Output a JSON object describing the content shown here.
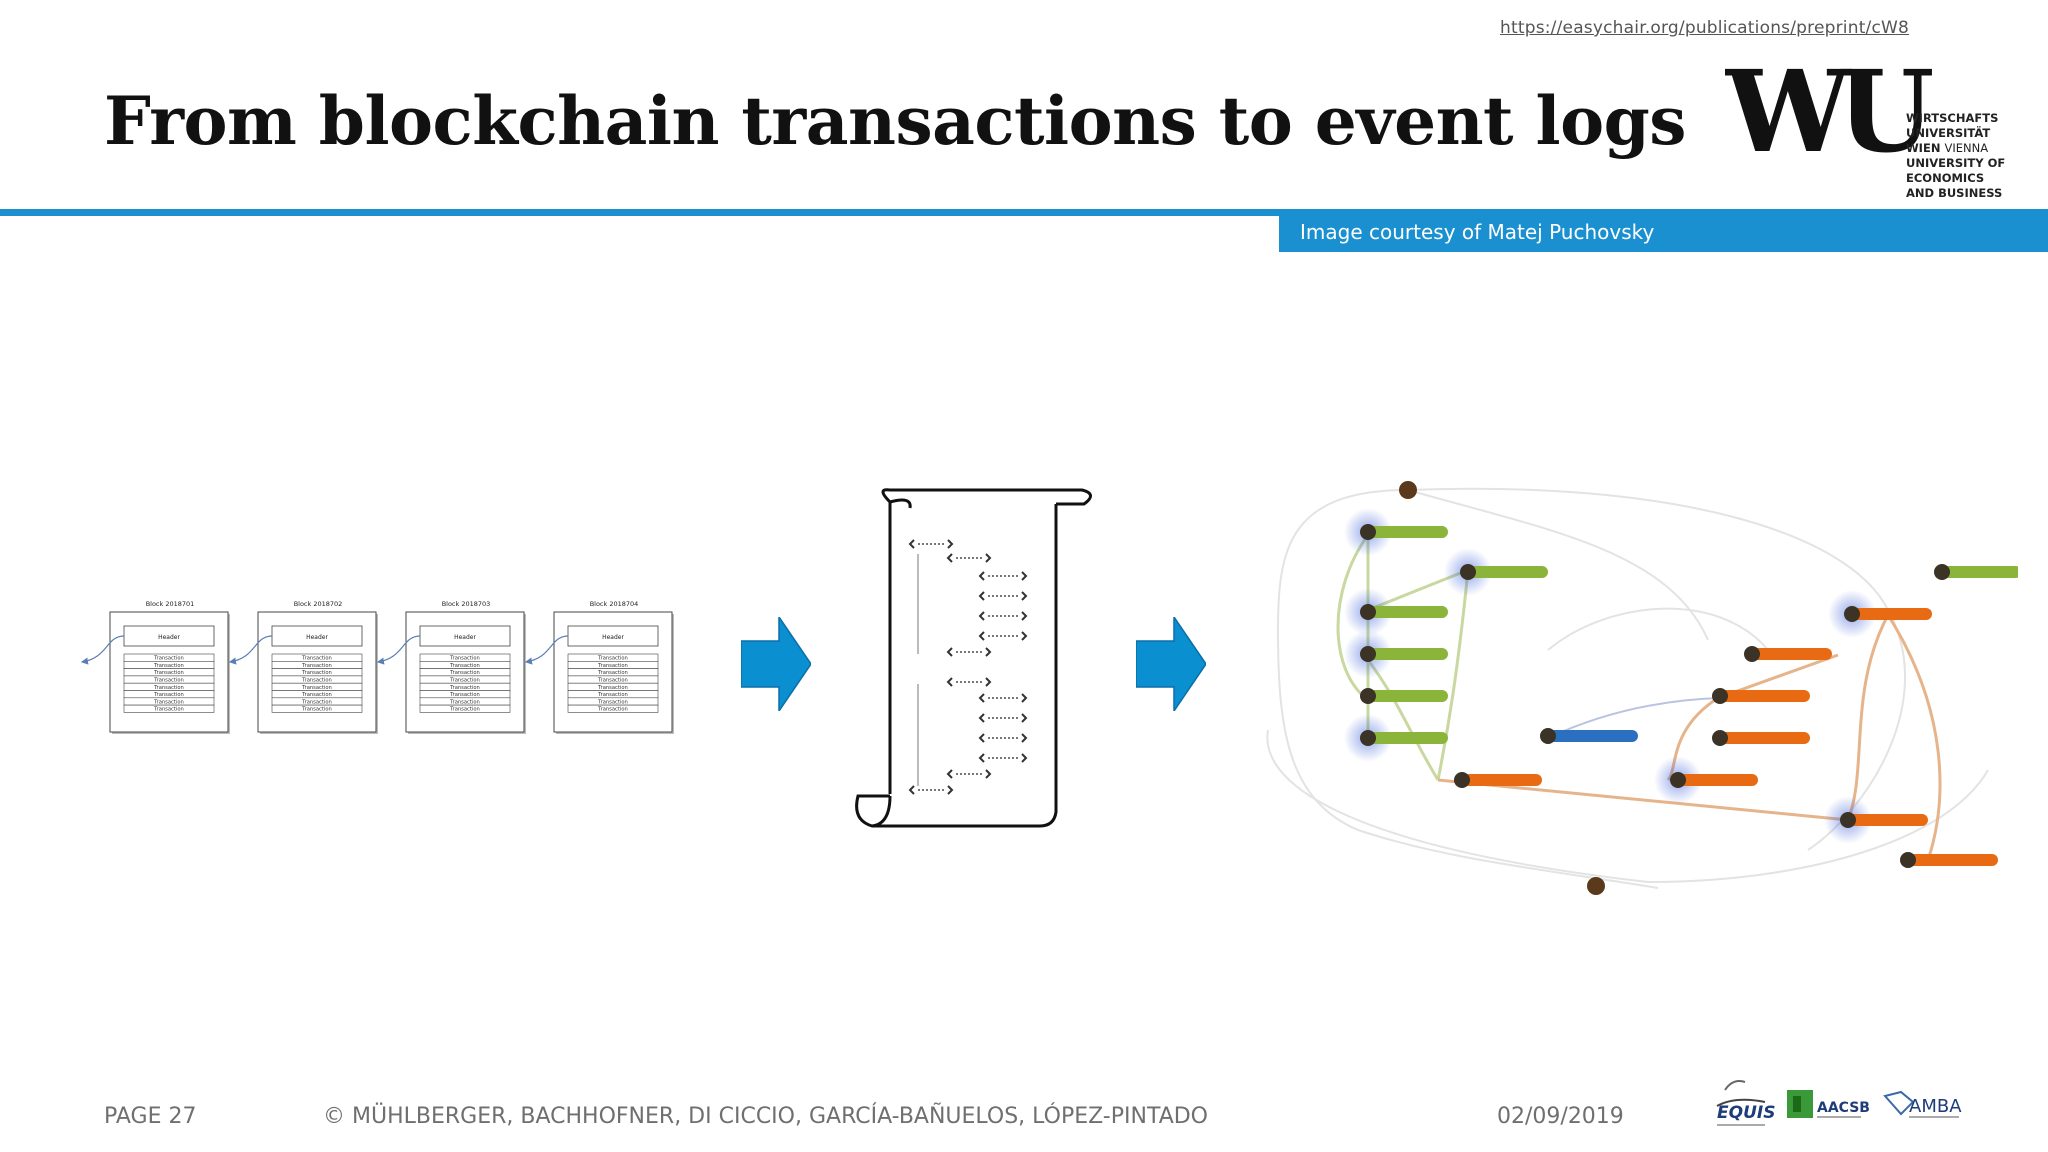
{
  "header": {
    "url": "https://easychair.org/publications/preprint/cW8",
    "title": "From blockchain transactions to event logs",
    "courtesy": "Image courtesy of Matej Puchovsky"
  },
  "logo": {
    "mark": "WU",
    "lines": [
      "WIRTSCHAFTS",
      "UNIVERSITÄT",
      "WIEN",
      "VIENNA",
      "UNIVERSITY OF",
      "ECONOMICS",
      "AND BUSINESS"
    ]
  },
  "blocks": {
    "labels": [
      "Block 2018701",
      "Block 2018702",
      "Block 2018703",
      "Block 2018704"
    ],
    "header_label": "Header",
    "transaction_label": "Transaction"
  },
  "footer": {
    "page": "PAGE 27",
    "authors": "© MÜHLBERGER, BACHHOFNER, DI CICCIO, GARCÍA-BAÑUELOS, LÓPEZ-PINTADO",
    "date": "02/09/2019"
  },
  "accreditations": [
    "EQUIS",
    "AACSB",
    "AMBA"
  ],
  "colors": {
    "accent_blue": "#1a90d0",
    "arrow_blue": "#0a8fd0",
    "node_green": "#8bb43a",
    "node_orange": "#e86b14",
    "node_blue": "#2a6fc0"
  },
  "icons": [
    "wu-logo-icon",
    "right-arrow-icon",
    "xml-scroll-icon",
    "process-graph-icon",
    "equis-logo-icon",
    "aacsb-logo-icon",
    "amba-logo-icon"
  ]
}
